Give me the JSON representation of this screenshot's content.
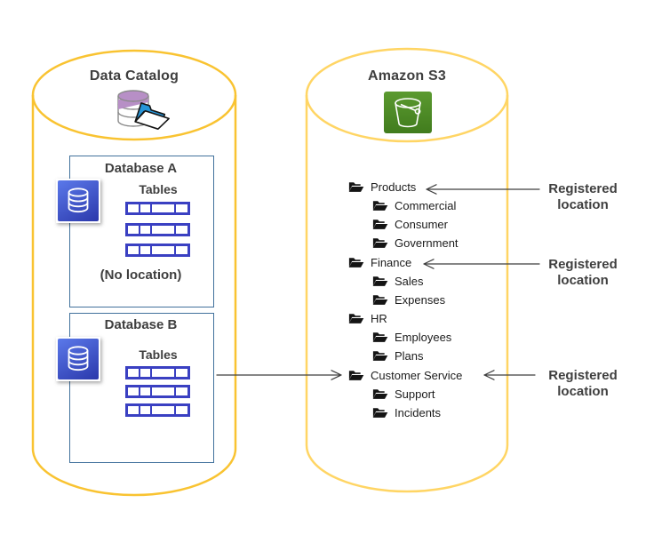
{
  "catalog": {
    "title": "Data Catalog",
    "databases": [
      {
        "name": "Database A",
        "tables_label": "Tables",
        "table_rows": 3,
        "note": "(No location)"
      },
      {
        "name": "Database B",
        "tables_label": "Tables",
        "table_rows": 3
      }
    ]
  },
  "s3": {
    "title": "Amazon S3",
    "folders": [
      {
        "name": "Products",
        "level": 0,
        "registered": true
      },
      {
        "name": "Commercial",
        "level": 1
      },
      {
        "name": "Consumer",
        "level": 1
      },
      {
        "name": "Government",
        "level": 1
      },
      {
        "name": "Finance",
        "level": 0,
        "registered": true
      },
      {
        "name": "Sales",
        "level": 1
      },
      {
        "name": "Expenses",
        "level": 1
      },
      {
        "name": "HR",
        "level": 0
      },
      {
        "name": "Employees",
        "level": 1
      },
      {
        "name": "Plans",
        "level": 1
      },
      {
        "name": "Customer Service",
        "level": 0,
        "registered": true
      },
      {
        "name": "Support",
        "level": 1
      },
      {
        "name": "Incidents",
        "level": 1
      }
    ]
  },
  "annotations": {
    "registered_location": "Registered location",
    "registered_targets": [
      "Products",
      "Finance",
      "Customer Service"
    ],
    "db_link": {
      "from": "Database B",
      "to": "Customer Service"
    }
  },
  "colors": {
    "catalog_cylinder": "#F9C331",
    "s3_cylinder": "#FFD564",
    "db_box_border": "#41719C",
    "table_border": "#3A40C2",
    "db_icon_blue": "#2B38AB",
    "s3_icon_green": "#4C8A28",
    "folder_black": "#141414",
    "arrow": "#3F3F3F"
  }
}
